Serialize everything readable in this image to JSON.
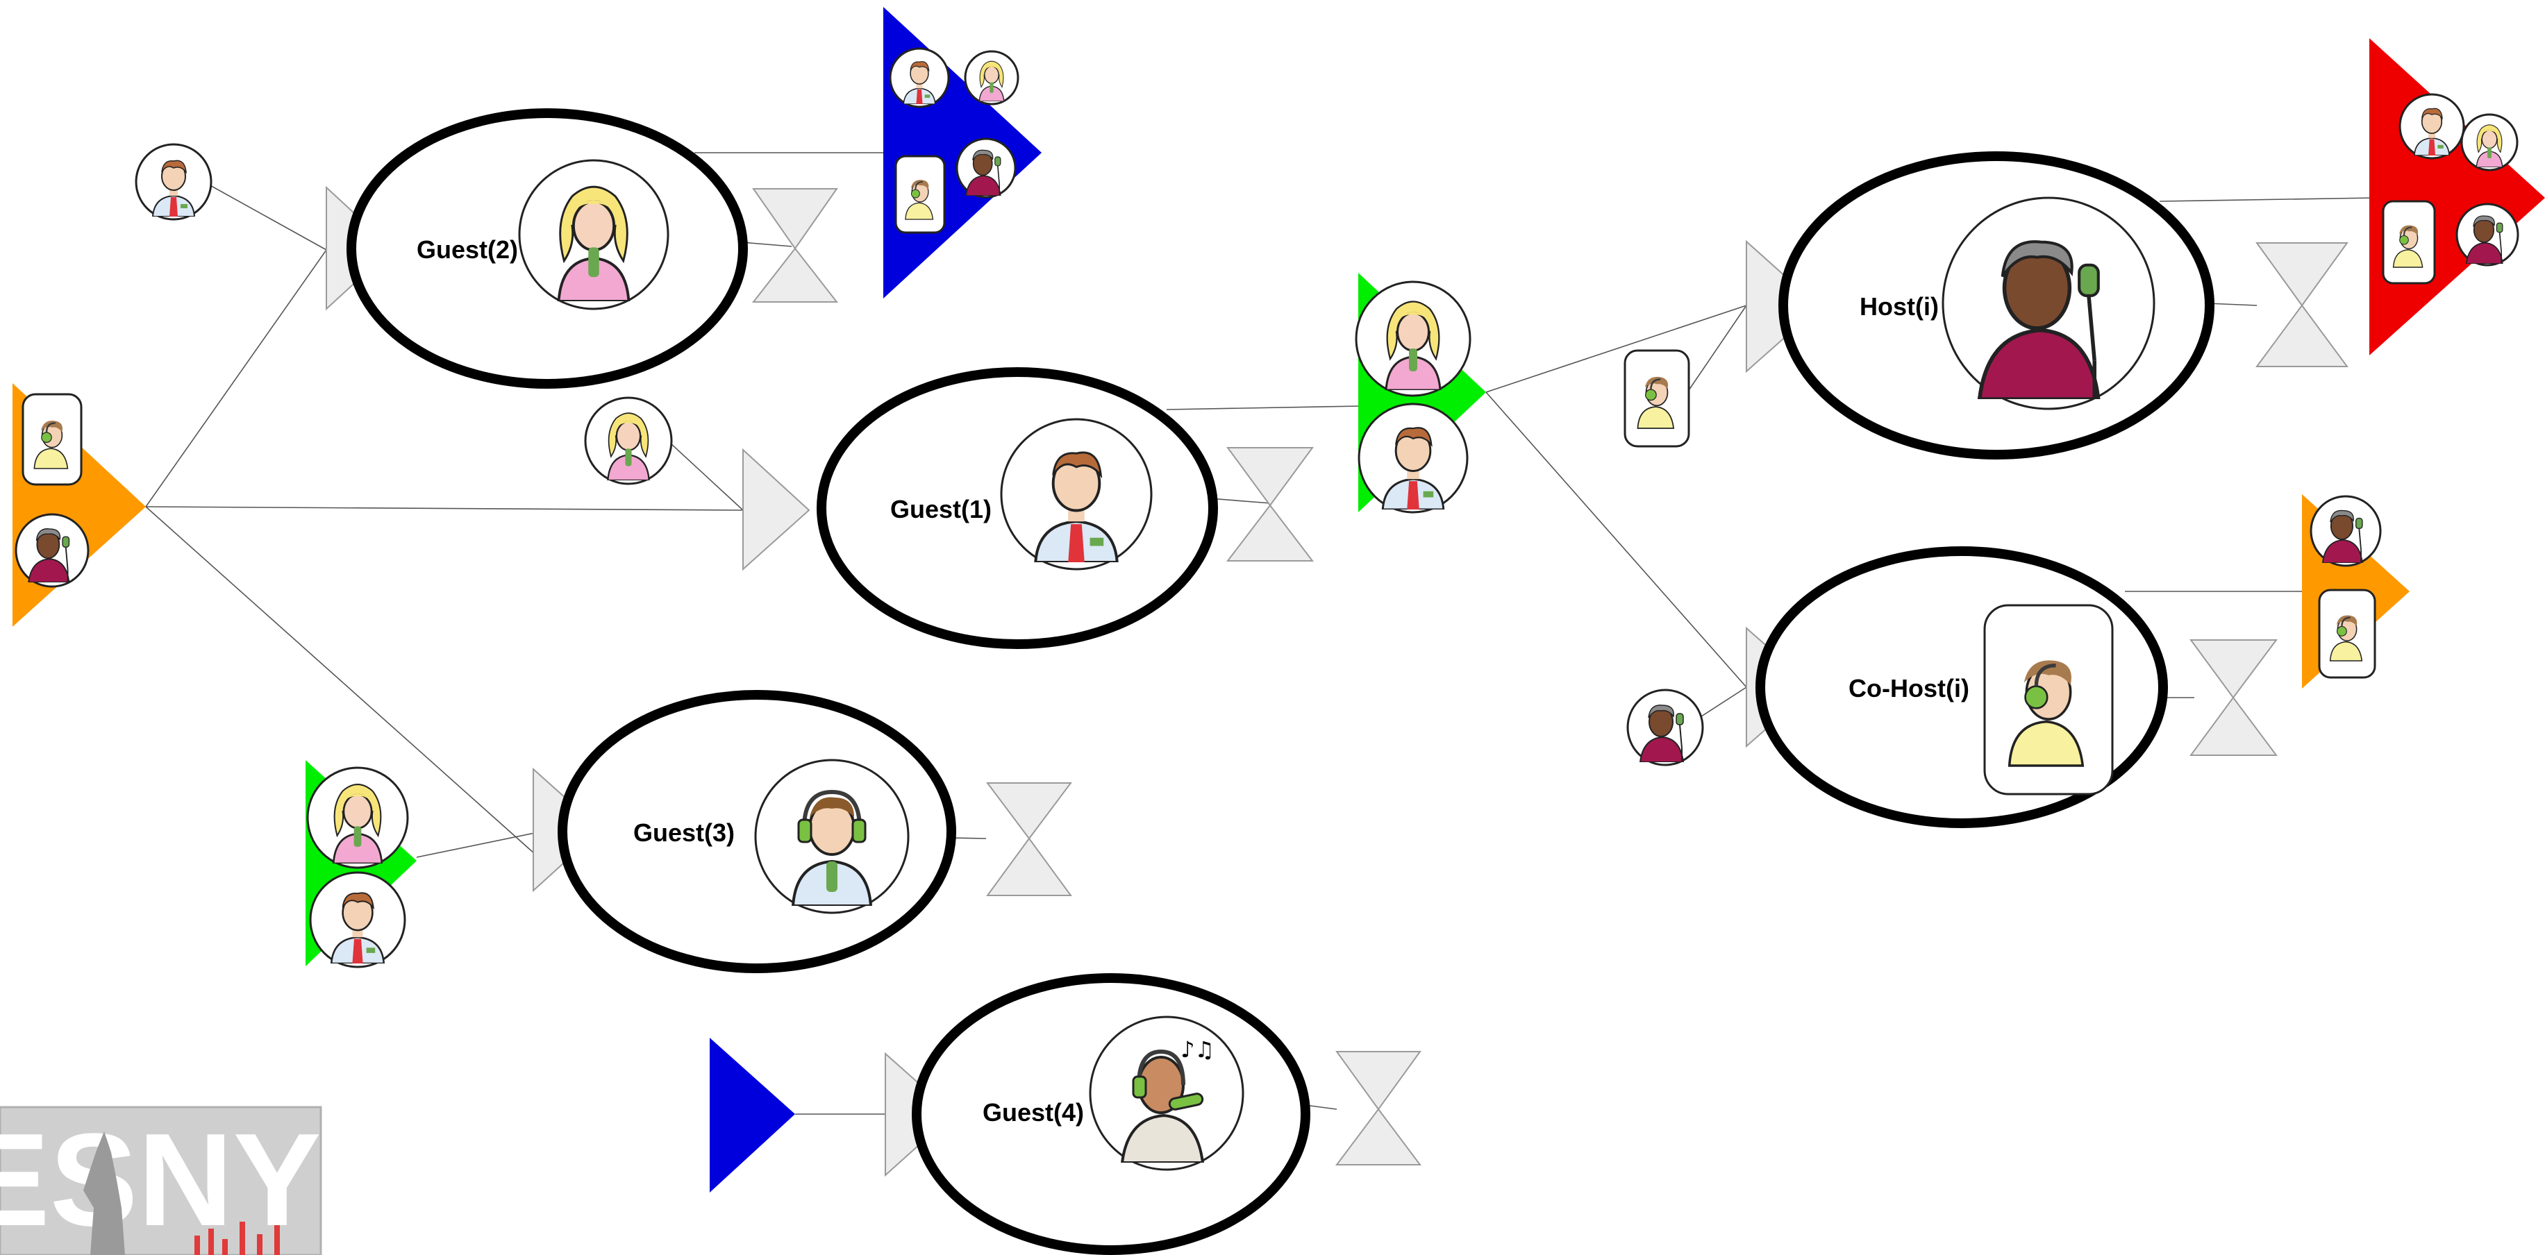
{
  "diagram": {
    "nodes": {
      "guest2": {
        "label": "Guest(2)"
      },
      "guest1": {
        "label": "Guest(1)"
      },
      "guest3": {
        "label": "Guest(3)"
      },
      "guest4": {
        "label": "Guest(4)"
      },
      "host": {
        "label": "Host(i)"
      },
      "cohost": {
        "label": "Co-Host(i)"
      }
    },
    "colors": {
      "orange": "#ff9900",
      "blue": "#0000dd",
      "green": "#00ee00",
      "red": "#ee0000",
      "grey_fill": "#ededed",
      "outline": "#000000"
    },
    "logo": {
      "text": "ESNY"
    }
  }
}
